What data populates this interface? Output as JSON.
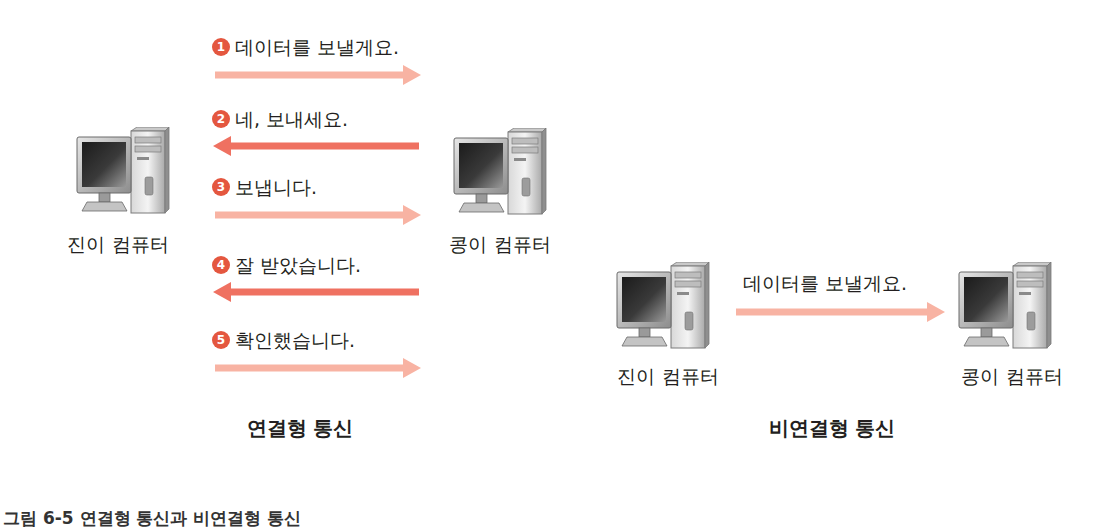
{
  "diagram": {
    "caption": "그림 6-5 연결형 통신과 비연결형 통신",
    "nodes": [
      {
        "text": [
          "진이 컴퓨터"
        ]
      },
      {
        "text": [
          "콩이 컴퓨터"
        ]
      },
      {
        "text": [
          "진이 컴퓨터"
        ]
      },
      {
        "text": [
          "콩이 컴퓨터"
        ]
      }
    ],
    "edges": [
      {
        "from": 0,
        "to": 1,
        "label": "데이터를 보낼게요.",
        "arrow": "to"
      },
      {
        "from": 1,
        "to": 0,
        "label": "네, 보내세요.",
        "arrow": "to"
      },
      {
        "from": 0,
        "to": 1,
        "label": "보냅니다.",
        "arrow": "to"
      },
      {
        "from": 1,
        "to": 0,
        "label": "잘 받았습니다.",
        "arrow": "to"
      },
      {
        "from": 0,
        "to": 1,
        "label": "확인했습니다.",
        "arrow": "to"
      },
      {
        "from": 2,
        "to": 3,
        "label": "데이터를 보낼게요.",
        "arrow": "to"
      }
    ],
    "labels": [
      "1",
      "2",
      "3",
      "4",
      "5",
      "연결형 통신",
      "비연결형 통신"
    ]
  }
}
